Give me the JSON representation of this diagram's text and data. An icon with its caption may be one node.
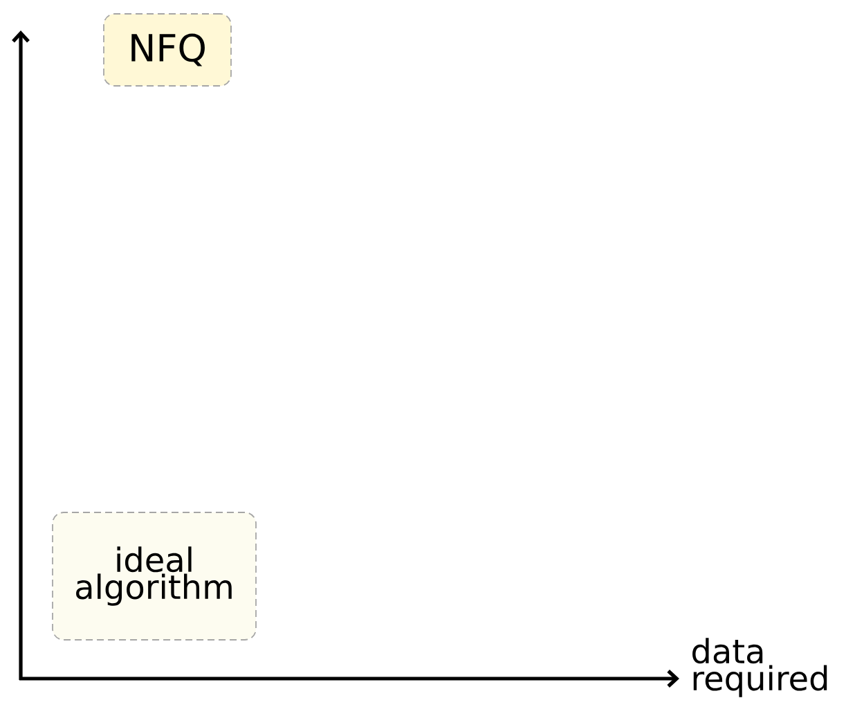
{
  "diagram": {
    "nodes": [
      {
        "text": [
          "NFQ"
        ]
      },
      {
        "text": [
          "ideal algorithm"
        ]
      }
    ],
    "labels": [
      "data required"
    ]
  }
}
